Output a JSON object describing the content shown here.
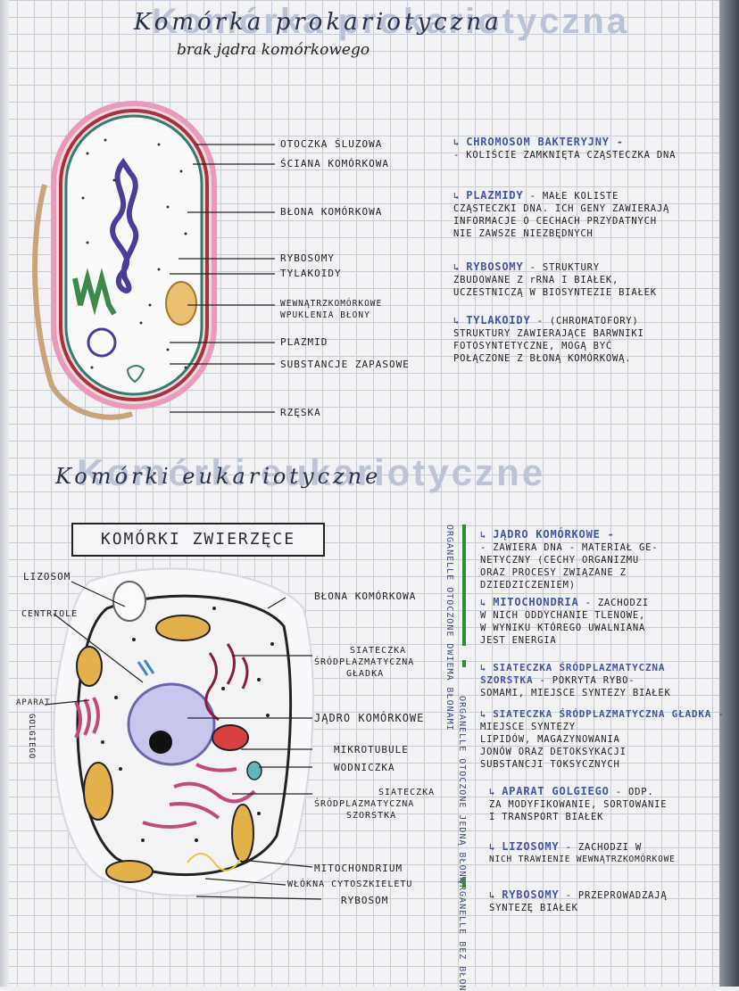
{
  "titles": {
    "prokaryotic": "Komórka prokariotyczna",
    "prokaryotic_sub": "brak jądra komórkowego",
    "eukaryotic": "Komórki eukariotyczne",
    "animal_banner": "KOMÓRKI ZWIERZĘCE"
  },
  "prokaryote_labels": [
    "OTOCZKA ŚLUZOWA",
    "ŚCIANA KOMÓRKOWA",
    "BŁONA KOMÓRKOWA",
    "RYBOSOMY",
    "TYLAKOIDY",
    "WEWNĄTRZKOMÓRKOWE",
    "WPUKLENIA BŁONY",
    "PLAZMID",
    "SUBSTANCJE ZAPASOWE",
    "RZĘSKA"
  ],
  "prokaryote_notes": [
    {
      "head": "CHROMOSOM BAKTERYJNY -",
      "lines": [
        "- KOLIŚCIE ZAMKNIĘTA CZĄSTECZKA DNA"
      ]
    },
    {
      "head": "PLAZMIDY",
      "lines": [
        "- MAŁE KOLISTE",
        "CZĄSTECZKI DNA. ICH GENY ZAWIERAJĄ",
        "INFORMACJE O CECHACH PRZYDATNYCH",
        "NIE ZAWSZE NIEZBĘDNYCH"
      ]
    },
    {
      "head": "RYBOSOMY",
      "lines": [
        "- STRUKTURY",
        "ZBUDOWANE Z rRNA I BIAŁEK,",
        "UCZESTNICZĄ W BIOSYNTEZIE BIAŁEK"
      ]
    },
    {
      "head": "TYLAKOIDY",
      "lines": [
        "- (CHROMATOFORY)",
        "STRUKTURY ZAWIERAJĄCE BARWNIKI",
        "FOTOSYNTETYCZNE, MOGĄ BYĆ",
        "POŁĄCZONE Z BŁONĄ KOMÓRKOWĄ."
      ]
    }
  ],
  "animal_labels_left": [
    "LIZOSOM",
    "CENTRIOLE",
    "APARAT",
    "GOLGIEGO"
  ],
  "animal_labels_right": [
    "BŁONA KOMÓRKOWA",
    "SIATECZKA",
    "ŚRÓDPLAZMATYCZNA",
    "GŁADKA",
    "JĄDRO KOMÓRKOWE",
    "MIKROTUBULE",
    "WODNICZKA",
    "SIATECZKA",
    "ŚRÓDPLAZMATYCZNA",
    "SZORSTKA",
    "MITOCHONDRIUM",
    "WŁÓKNA CYTOSZKIELETU",
    "RYBOSOM"
  ],
  "vertical_groups": [
    "ORGANELLE OTOCZONE DWIEMA BŁONAMI",
    "ORGANELLE OTOCZONE JEDNĄ BŁONĄ",
    "ORGANELLE BEZ BŁON"
  ],
  "eukaryote_notes": [
    {
      "head": "JĄDRO KOMÓRKOWE -",
      "lines": [
        "- ZAWIERA DNA - MATERIAŁ GE-",
        "NETYCZNY (CECHY ORGANIZMU",
        "ORAZ PROCESY ZWIĄZANE Z",
        "DZIEDZICZENIEM)"
      ]
    },
    {
      "head": "MITOCHONDRIA",
      "lines": [
        "- ZACHODZI",
        "W NICH ODDYCHANIE TLENOWE,",
        "W WYNIKU KTÓREGO UWALNIANA",
        "JEST ENERGIA"
      ]
    },
    {
      "head": "SIATECZKA ŚRÓDPLAZMATYCZNA SZORSTKA",
      "lines": [
        "- POKRYTA RYBO-",
        "SOMAMI, MIEJSCE SYNTEZY BIAŁEK"
      ]
    },
    {
      "head": "SIATECZKA ŚRÓDPLAZMATYCZNA GŁADKA",
      "lines": [
        "- MIEJSCE SYNTEZY",
        "LIPIDÓW, MAGAZYNOWANIA",
        "JONÓW ORAZ DETOKSYKACJI",
        "SUBSTANCJI TOKSYCZNYCH"
      ]
    },
    {
      "head": "APARAT GOLGIEGO",
      "lines": [
        "- ODP.",
        "ZA MODYFIKOWANIE, SORTOWANIE",
        "I TRANSPORT BIAŁEK"
      ]
    },
    {
      "head": "LIZOSOMY",
      "lines": [
        "- ZACHODZI W",
        "NICH TRAWIENIE WEWNĄTRZKOMÓRKOWE"
      ]
    },
    {
      "head": "RYBOSOMY",
      "lines": [
        "- PRZEPROWADZAJĄ",
        "SYNTEZĘ BIAŁEK"
      ]
    }
  ],
  "colors": {
    "heading_blue": "#3f56a8",
    "pink_wall": "#e89ab8",
    "nucleoid_purple": "#4a3d9a",
    "thylakoid_green": "#3b8a4a",
    "mito_orange": "#d9a440",
    "er_pink": "#c24a7a"
  }
}
